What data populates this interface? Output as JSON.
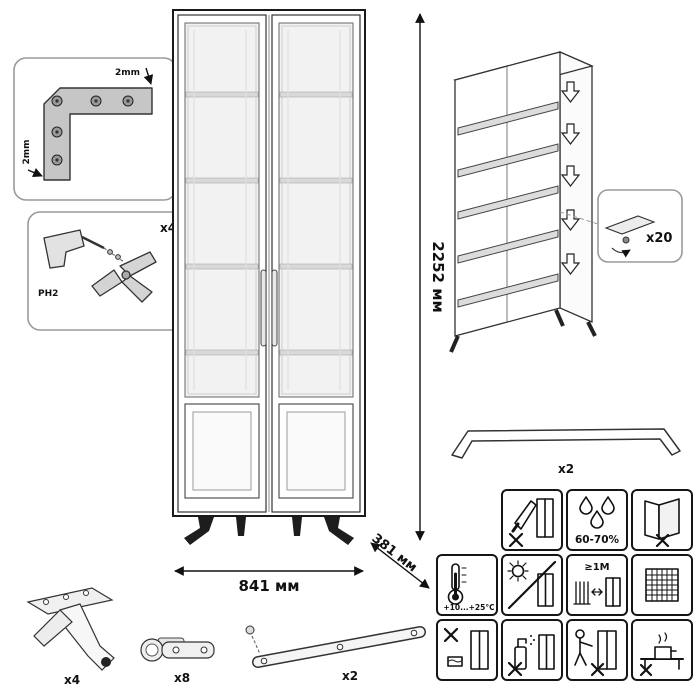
{
  "diagram": {
    "dimensions": {
      "height": "2252 мм",
      "width": "841 мм",
      "depth": "381 мм"
    },
    "corner_detail": {
      "gap_top": "2mm",
      "gap_side": "2mm"
    },
    "legs_assembly": {
      "count": "x4",
      "bit": "PH2"
    },
    "shelf_pins": {
      "count": "x20"
    },
    "handle": {
      "count": "x2"
    },
    "hardware": {
      "leg": "x4",
      "hinge": "x8",
      "strap": "x2"
    },
    "care_icons": {
      "humidity": "60-70%",
      "temperature": "+10...+25°C",
      "distance": "≥1M"
    }
  }
}
